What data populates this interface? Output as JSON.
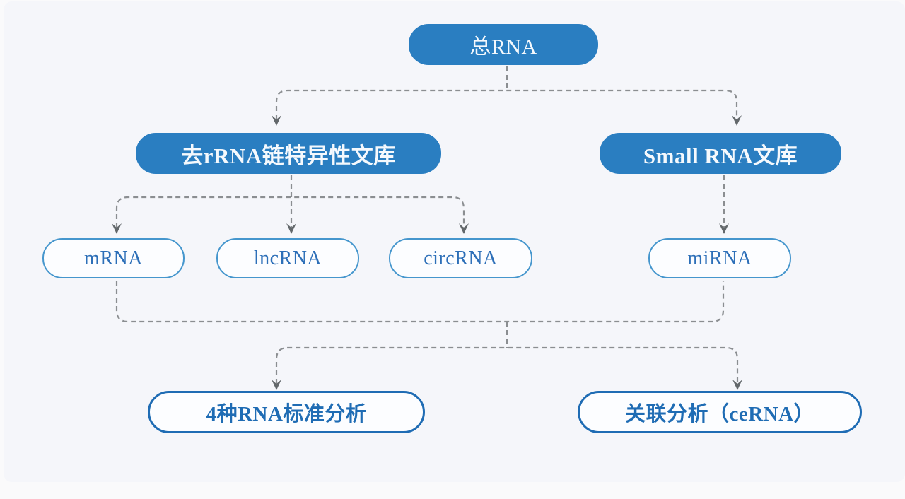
{
  "colors": {
    "page": "#fafafb",
    "background": "#f5f6fa",
    "node-fill": "#2a7ec1",
    "node-text": "#f5f9fd",
    "node-bg": "#fcfdff",
    "outline-border": "#4596cd",
    "outline-text": "#2d6fb8",
    "outline-dark": "#1f6cb4",
    "edge": "#8b8e91",
    "arrow": "#63686b"
  },
  "diagram": {
    "type": "flowchart",
    "description": "RNA sequencing library and analysis workflow",
    "nodes": {
      "total": {
        "label": "总RNA",
        "style": "filled-blue"
      },
      "rrna_lib": {
        "label": "去rRNA链特异性文库",
        "style": "filled-blue"
      },
      "small_lib": {
        "label": "Small RNA文库",
        "style": "filled-blue"
      },
      "mrna": {
        "label": "mRNA",
        "style": "outline-light"
      },
      "lncrna": {
        "label": "lncRNA",
        "style": "outline-light"
      },
      "circrna": {
        "label": "circRNA",
        "style": "outline-light"
      },
      "mirna": {
        "label": "miRNA",
        "style": "outline-light"
      },
      "std": {
        "label": "4种RNA标准分析",
        "style": "outline-bold"
      },
      "cerna": {
        "label": "关联分析（ceRNA）",
        "style": "outline-bold"
      }
    },
    "edges": [
      {
        "from": "total",
        "to": "rrna_lib",
        "style": "dashed-arrow"
      },
      {
        "from": "total",
        "to": "small_lib",
        "style": "dashed-arrow"
      },
      {
        "from": "rrna_lib",
        "to": "mrna",
        "style": "dashed-arrow"
      },
      {
        "from": "rrna_lib",
        "to": "lncrna",
        "style": "dashed-arrow"
      },
      {
        "from": "rrna_lib",
        "to": "circrna",
        "style": "dashed-arrow"
      },
      {
        "from": "small_lib",
        "to": "mirna",
        "style": "dashed-arrow"
      },
      {
        "from": "mrna",
        "to": "std",
        "style": "dashed-arrow"
      },
      {
        "from": "mirna",
        "to": "std",
        "style": "dashed-arrow"
      },
      {
        "from": "mrna",
        "to": "cerna",
        "style": "dashed-arrow"
      },
      {
        "from": "mirna",
        "to": "cerna",
        "style": "dashed-arrow"
      }
    ]
  }
}
